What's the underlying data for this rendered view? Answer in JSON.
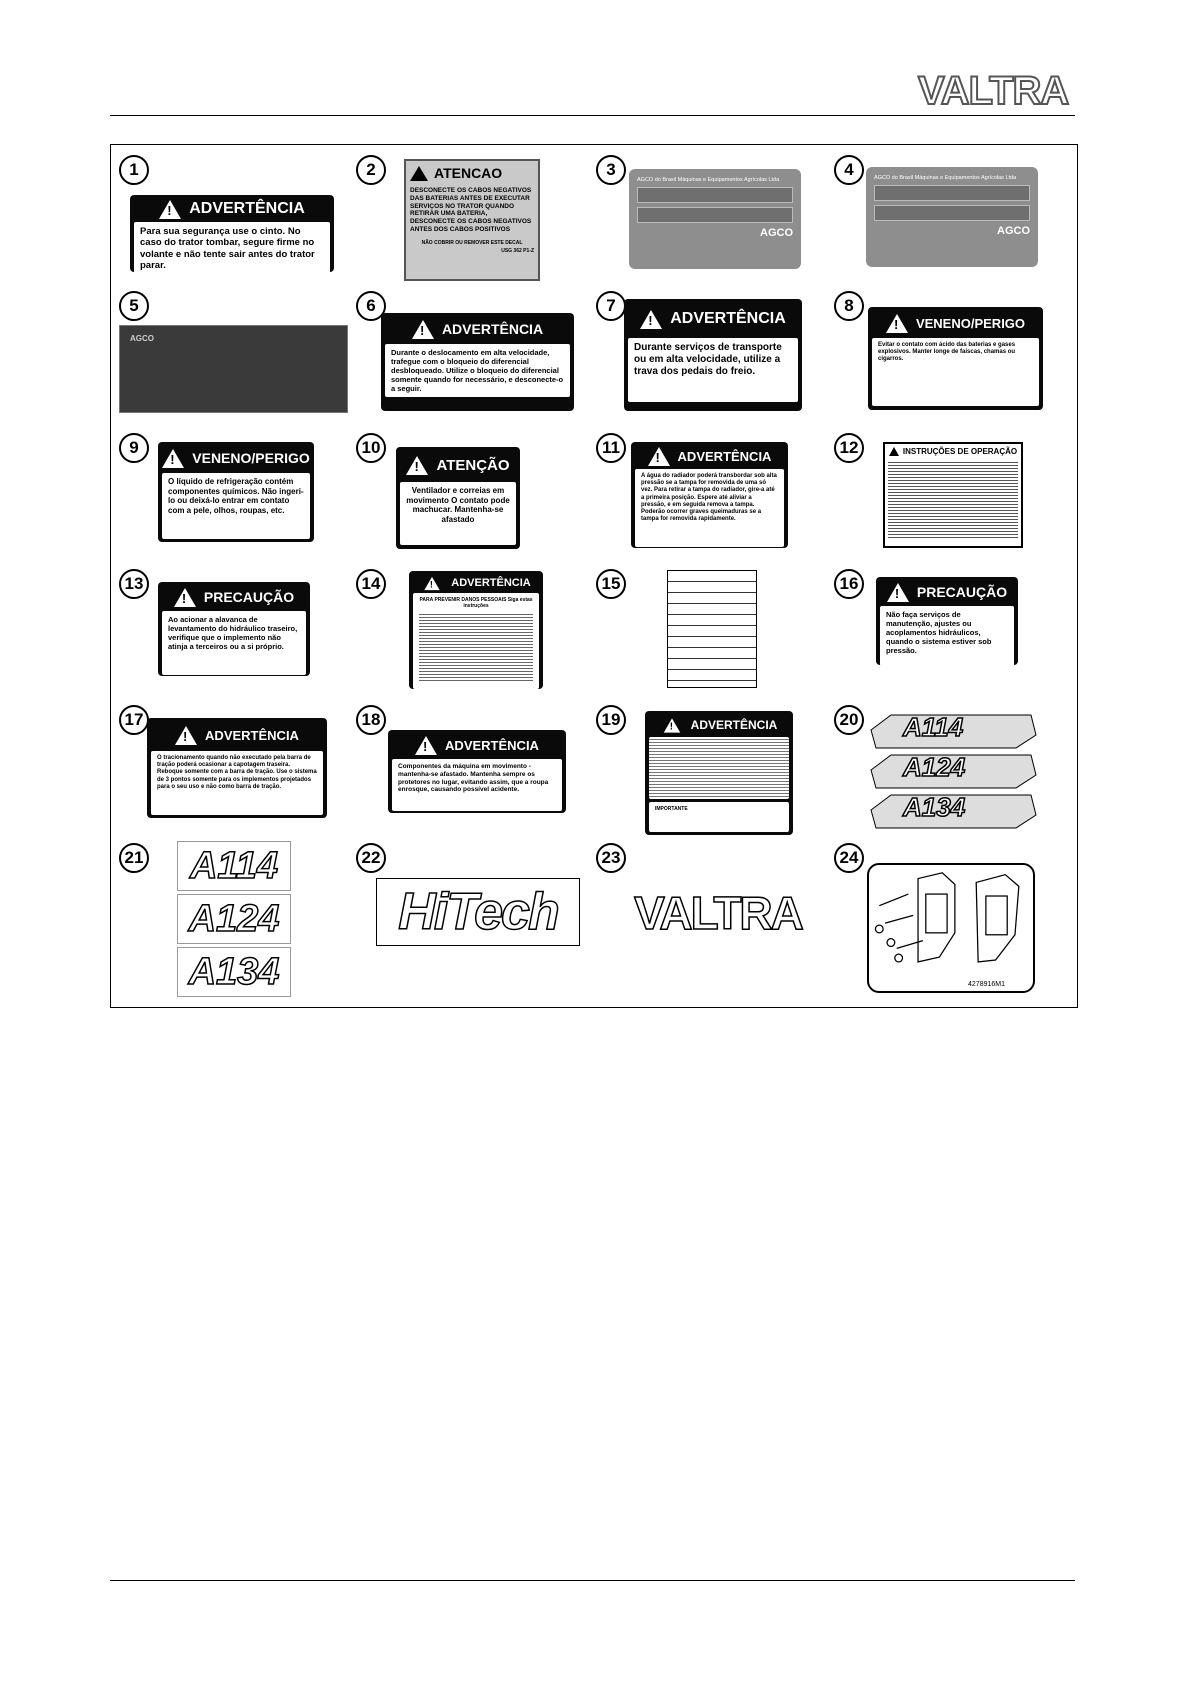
{
  "header": {
    "brand": "VALTRA"
  },
  "decals": [
    {
      "n": "1",
      "title": "ADVERTÊNCIA",
      "body": "Para sua segurança use o cinto. No caso do trator tombar, segure firme no volante e não tente sair antes do trator parar."
    },
    {
      "n": "2",
      "title": "ATENCAO",
      "body": "DESCONECTE OS CABOS NEGATIVOS DAS BATERIAS ANTES DE EXECUTAR SERVIÇOS NO TRATOR QUANDO RETIRAR UMA BATERIA, DESCONECTE OS CABOS NEGATIVOS ANTES DOS CABOS POSITIVOS",
      "footer": "NÃO COBRIR OU REMOVER ESTE DECAL",
      "code": "USG 362 P1-Z"
    },
    {
      "n": "3",
      "title": "AGCO do Brasil Máquinas e Equipamentos Agrícolas Ltda",
      "brand": "AGCO"
    },
    {
      "n": "4",
      "title": "AGCO do Brasil Máquinas e Equipamentos Agrícolas Ltda",
      "brand": "AGCO"
    },
    {
      "n": "5",
      "brand": "AGCO"
    },
    {
      "n": "6",
      "title": "ADVERTÊNCIA",
      "body": "Durante o deslocamento em alta velocidade, trafegue com o bloqueio do diferencial desbloqueado. Utilize o bloqueio do diferencial somente quando for necessário, e desconecte-o a seguir."
    },
    {
      "n": "7",
      "title": "ADVERTÊNCIA",
      "body": "Durante serviços de transporte ou em alta velocidade, utilize a trava dos pedais do freio."
    },
    {
      "n": "8",
      "title": "VENENO/PERIGO",
      "body": "Evitar o contato com ácido das baterias e gases explosivos. Manter longe de faíscas, chamas ou cigarros."
    },
    {
      "n": "9",
      "title": "VENENO/PERIGO",
      "body": "O líquido de refrigeração contém componentes químicos. Não ingeri-lo ou deixá-lo entrar em contato com a pele, olhos, roupas, etc."
    },
    {
      "n": "10",
      "title": "ATENÇÃO",
      "body": "Ventilador e correias em movimento O contato pode machucar. Mantenha-se afastado"
    },
    {
      "n": "11",
      "title": "ADVERTÊNCIA",
      "body": "A água do radiador poderá transbordar sob alta pressão se a tampa for removida de uma só vez. Para retirar a tampa do radiador, gire-a até a primeira posição. Espere até aliviar a pressão, e em seguida remova a tampa. Poderão ocorrer graves queimaduras se a tampa for removida rapidamente."
    },
    {
      "n": "12",
      "title": "INSTRUÇÕES DE OPERAÇÃO"
    },
    {
      "n": "13",
      "title": "PRECAUÇÃO",
      "body": "Ao acionar a alavanca de levantamento do hidráulico traseiro, verifique que o implemento não atinja a terceiros ou a si próprio."
    },
    {
      "n": "14",
      "title": "ADVERTÊNCIA",
      "sub": "PARA PREVENIR DANOS PESSOAIS Siga estas instruções"
    },
    {
      "n": "15"
    },
    {
      "n": "16",
      "title": "PRECAUÇÃO",
      "body": "Não faça serviços de manutenção, ajustes ou acoplamentos hidráulicos, quando o sistema estiver sob pressão."
    },
    {
      "n": "17",
      "title": "ADVERTÊNCIA",
      "body": "O tracionamento quando não executado pela barra de tração poderá ocasionar a capotagem traseira. Reboque somente com a barra de tração. Use o sistema de 3 pontos somente para os implementos projetados para o seu uso e não como barra de tração."
    },
    {
      "n": "18",
      "title": "ADVERTÊNCIA",
      "body": "Componentes da máquina em movimento - mantenha-se afastado. Mantenha sempre os protetores no lugar, evitando assim, que a roupa enrosque, causando possível acidente."
    },
    {
      "n": "19",
      "title": "ADVERTÊNCIA",
      "footer": "IMPORTANTE"
    },
    {
      "n": "20",
      "models": [
        "A114",
        "A124",
        "A134"
      ]
    },
    {
      "n": "21",
      "models": [
        "A114",
        "A124",
        "A134"
      ]
    },
    {
      "n": "22",
      "text": "HiTech"
    },
    {
      "n": "23",
      "text": "VALTRA"
    },
    {
      "n": "24",
      "code": "4278916M1"
    }
  ]
}
